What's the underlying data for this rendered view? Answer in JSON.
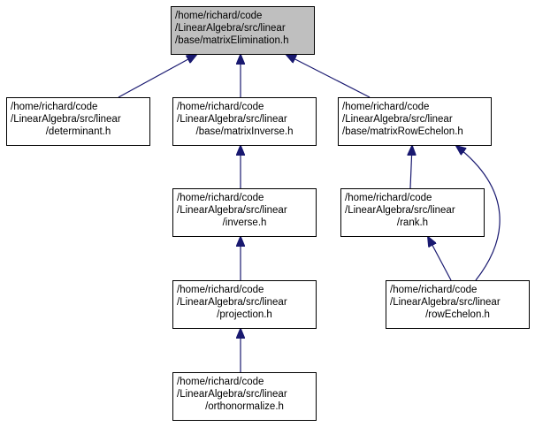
{
  "colors": {
    "edge": "#191970",
    "root_fill": "#bfbfbf",
    "node_fill": "#ffffff",
    "border": "#000000"
  },
  "nodes": {
    "matrix_elimination": {
      "lines": [
        "/home/richard/code",
        "/LinearAlgebra/src/linear",
        "/base/matrixElimination.h"
      ]
    },
    "determinant": {
      "lines": [
        "/home/richard/code",
        "/LinearAlgebra/src/linear",
        "/determinant.h"
      ]
    },
    "matrix_inverse": {
      "lines": [
        "/home/richard/code",
        "/LinearAlgebra/src/linear",
        "/base/matrixInverse.h"
      ]
    },
    "matrix_row_echelon": {
      "lines": [
        "/home/richard/code",
        "/LinearAlgebra/src/linear",
        "/base/matrixRowEchelon.h"
      ]
    },
    "inverse": {
      "lines": [
        "/home/richard/code",
        "/LinearAlgebra/src/linear",
        "/inverse.h"
      ]
    },
    "rank": {
      "lines": [
        "/home/richard/code",
        "/LinearAlgebra/src/linear",
        "/rank.h"
      ]
    },
    "projection": {
      "lines": [
        "/home/richard/code",
        "/LinearAlgebra/src/linear",
        "/projection.h"
      ]
    },
    "row_echelon": {
      "lines": [
        "/home/richard/code",
        "/LinearAlgebra/src/linear",
        "/rowEchelon.h"
      ]
    },
    "orthonormalize": {
      "lines": [
        "/home/richard/code",
        "/LinearAlgebra/src/linear",
        "/orthonormalize.h"
      ]
    }
  },
  "edges": [
    {
      "from": "determinant",
      "to": "matrix_elimination"
    },
    {
      "from": "matrix_inverse",
      "to": "matrix_elimination"
    },
    {
      "from": "matrix_row_echelon",
      "to": "matrix_elimination"
    },
    {
      "from": "inverse",
      "to": "matrix_inverse"
    },
    {
      "from": "rank",
      "to": "matrix_row_echelon"
    },
    {
      "from": "row_echelon",
      "to": "matrix_row_echelon"
    },
    {
      "from": "projection",
      "to": "inverse"
    },
    {
      "from": "row_echelon",
      "to": "rank"
    },
    {
      "from": "orthonormalize",
      "to": "projection"
    }
  ]
}
